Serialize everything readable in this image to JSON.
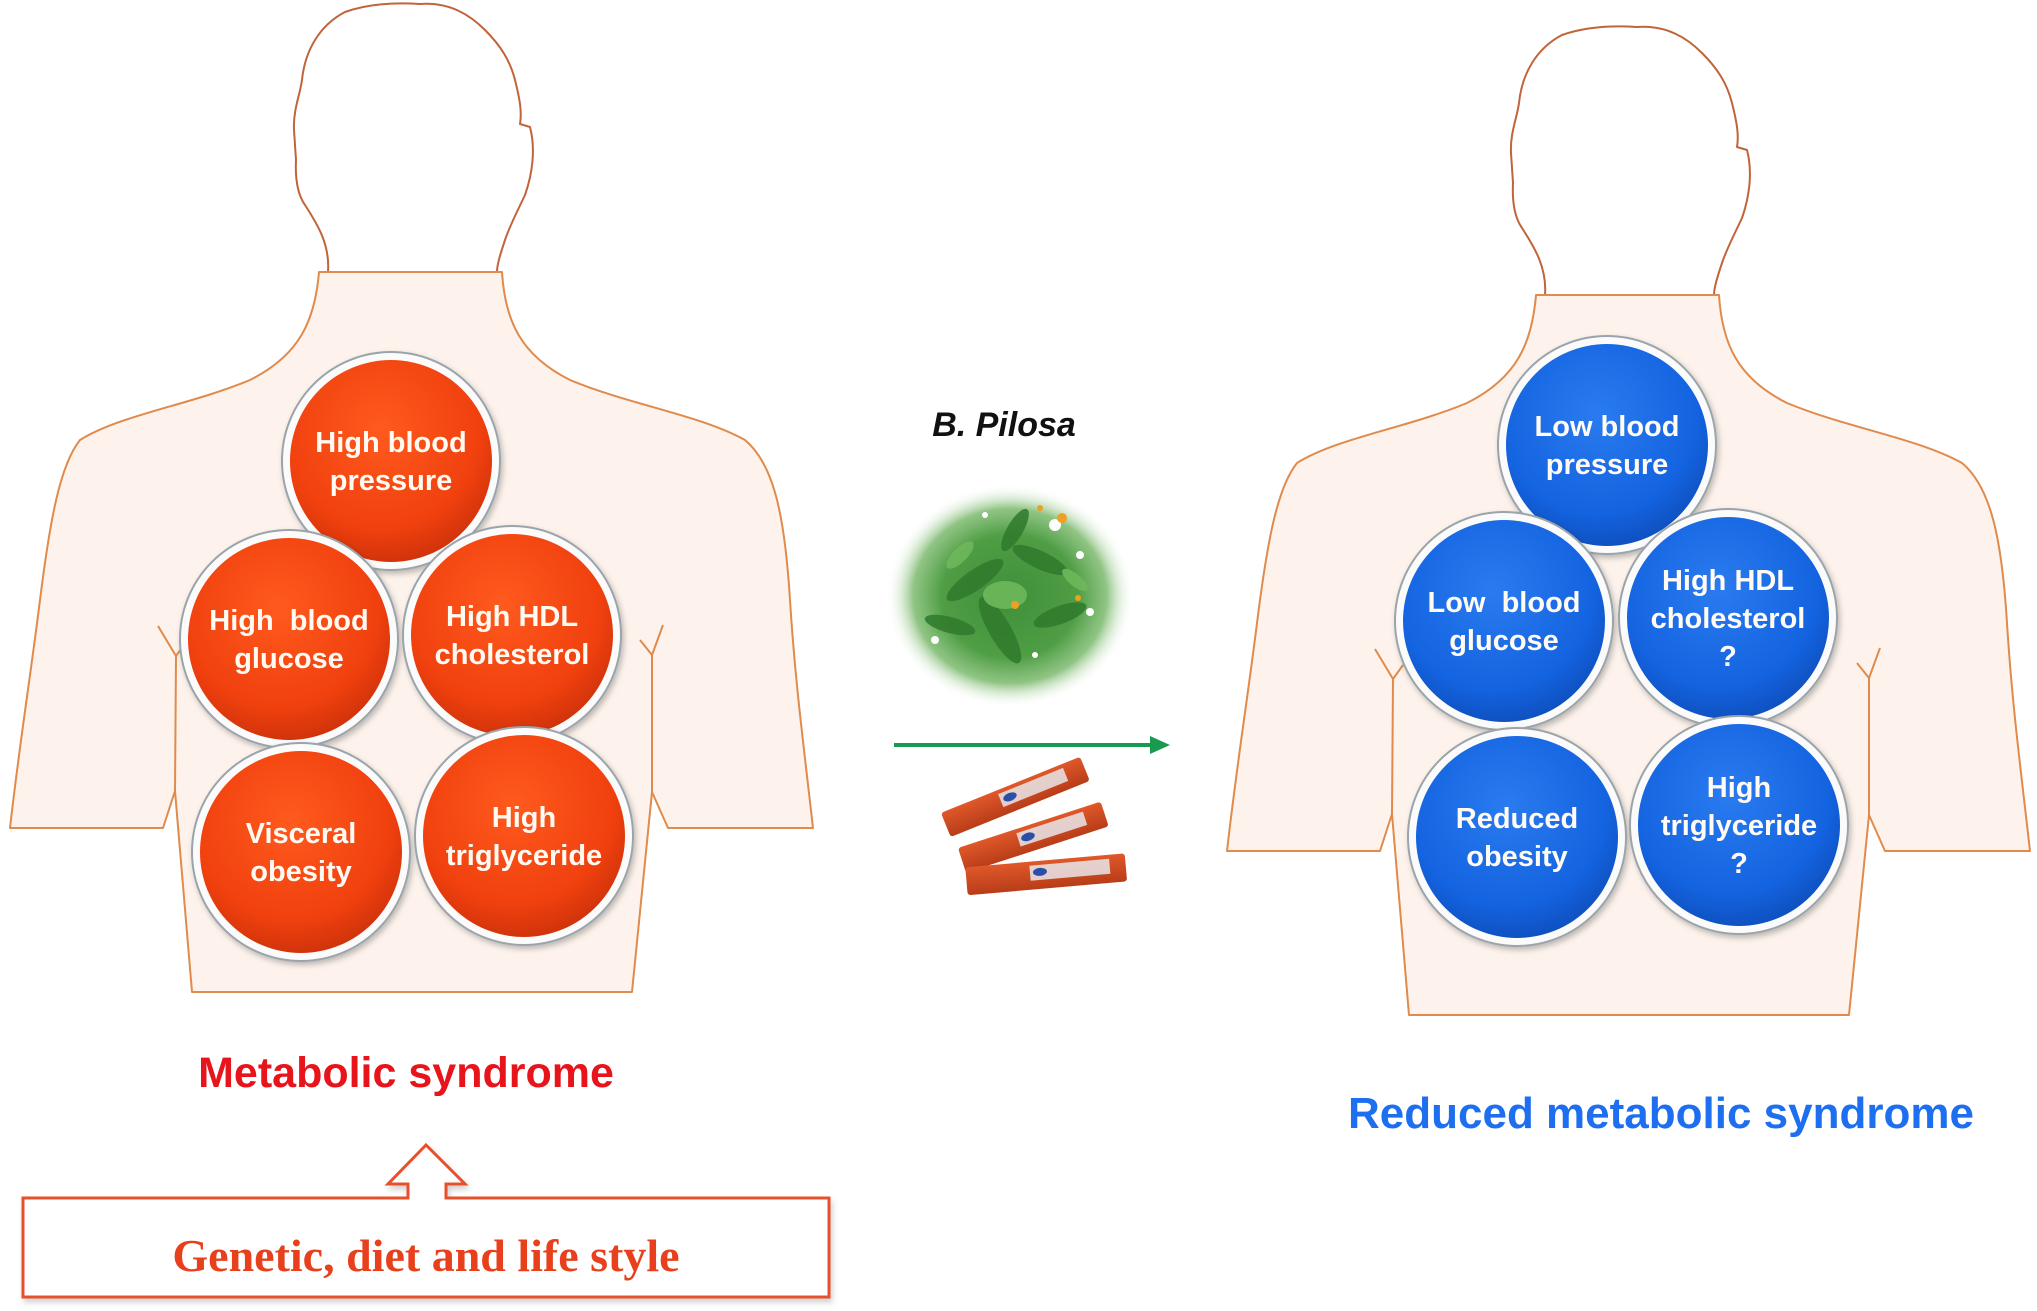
{
  "diagram": {
    "colors": {
      "syndrome_red": "#e8141c",
      "bubble_red": "#f2400f",
      "bubble_blue": "#1463e0",
      "reduced_blue": "#1e6ff0",
      "cause_orange": "#e8401c",
      "treatment_arrow": "#1a9a4e",
      "body_fill": "#fdf3ec",
      "body_outline": "#e08a4c"
    },
    "before": {
      "caption": "Metabolic syndrome",
      "bubbles": [
        {
          "lines": [
            "High blood",
            "pressure"
          ]
        },
        {
          "lines": [
            "High  blood",
            "glucose"
          ]
        },
        {
          "lines": [
            "High HDL",
            "cholesterol"
          ]
        },
        {
          "lines": [
            "Visceral",
            "obesity"
          ]
        },
        {
          "lines": [
            "High",
            "triglyceride"
          ]
        }
      ]
    },
    "treatment": {
      "title": "B. Pilosa",
      "plant_image": "bidens-pilosa-plant-photo",
      "product_image": "herbal-sachets-photo",
      "arrow_icon": "right-arrow"
    },
    "after": {
      "caption": "Reduced metabolic syndrome",
      "bubbles": [
        {
          "lines": [
            "Low blood",
            "pressure"
          ]
        },
        {
          "lines": [
            "Low  blood",
            "glucose"
          ]
        },
        {
          "lines": [
            "High HDL",
            "cholesterol",
            "?"
          ]
        },
        {
          "lines": [
            "Reduced",
            "obesity"
          ]
        },
        {
          "lines": [
            "High",
            "triglyceride",
            "?"
          ]
        }
      ]
    },
    "cause": {
      "label": "Genetic, diet and life style",
      "arrow_icon": "up-arrow-outline"
    }
  }
}
